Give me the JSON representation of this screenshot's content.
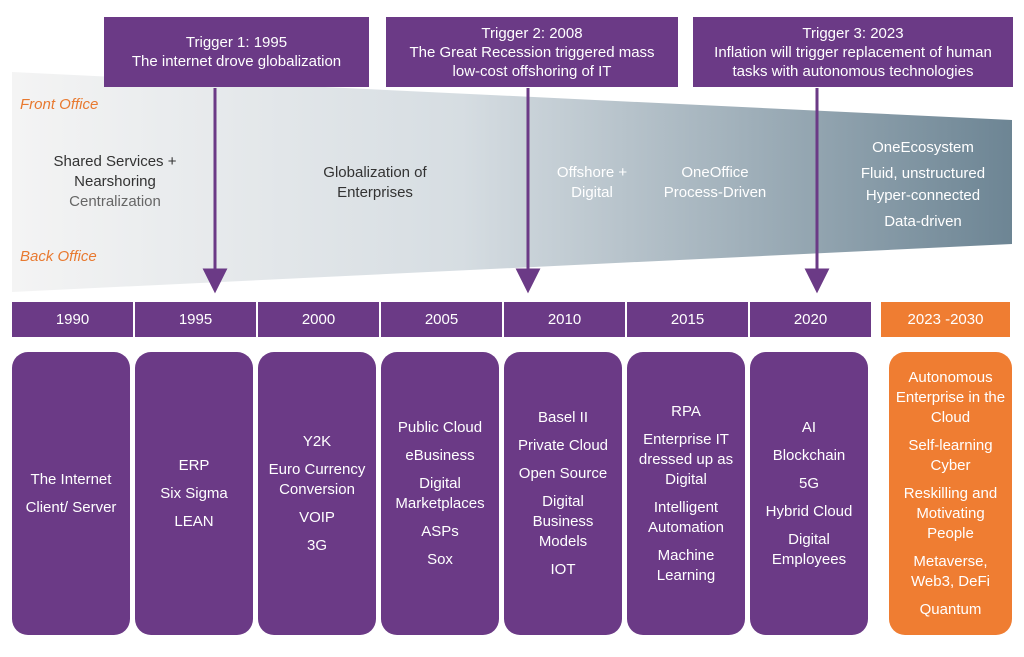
{
  "triggers": [
    {
      "title": "Trigger 1: 1995",
      "text": [
        "The internet drove globalization"
      ]
    },
    {
      "title": "Trigger 2: 2008",
      "text": [
        "The Great Recession triggered mass",
        "low-cost offshoring of IT"
      ]
    },
    {
      "title": "Trigger 3: 2023",
      "text": [
        "Inflation will trigger replacement of human",
        "tasks with autonomous technologies"
      ]
    }
  ],
  "office_labels": {
    "front": "Front Office",
    "back": "Back Office"
  },
  "eras": [
    {
      "lines": [
        "Shared Services +",
        "Nearshoring"
      ],
      "sub": "Centralization"
    },
    {
      "lines": [
        "Globalization of",
        "Enterprises"
      ]
    },
    {
      "lines": [
        "Offshore +",
        "Digital"
      ]
    },
    {
      "lines": [
        "OneOffice",
        "Process-Driven"
      ]
    },
    {
      "lines": [
        "OneEcosystem",
        "Fluid, unstructured",
        "Hyper-connected",
        "Data-driven"
      ]
    }
  ],
  "years": [
    "1990",
    "1995",
    "2000",
    "2005",
    "2010",
    "2015",
    "2020"
  ],
  "future_year": "2023 -2030",
  "cards": [
    [
      "The Internet",
      "Client/ Server"
    ],
    [
      "ERP",
      "Six Sigma",
      "LEAN"
    ],
    [
      "Y2K",
      "Euro Currency Conversion",
      "VOIP",
      "3G"
    ],
    [
      "Public Cloud",
      "eBusiness",
      "Digital Marketplaces",
      "ASPs",
      "Sox"
    ],
    [
      "Basel II",
      "Private Cloud",
      "Open Source",
      "Digital Business Models",
      "IOT"
    ],
    [
      "RPA",
      "Enterprise IT dressed up as Digital",
      "Intelligent Automation",
      "Machine Learning"
    ],
    [
      "AI",
      "Blockchain",
      "5G",
      "Hybrid Cloud",
      "Digital Employees"
    ]
  ],
  "future_card": [
    "Autonomous Enterprise in the Cloud",
    "Self-learning Cyber",
    "Reskilling and Motivating People",
    "Metaverse, Web3, DeFi",
    "Quantum"
  ],
  "colors": {
    "purple": "#6b3a86",
    "orange": "#ef7d32",
    "wedge_start": "#f2f2f2",
    "wedge_end": "#6f8796"
  }
}
